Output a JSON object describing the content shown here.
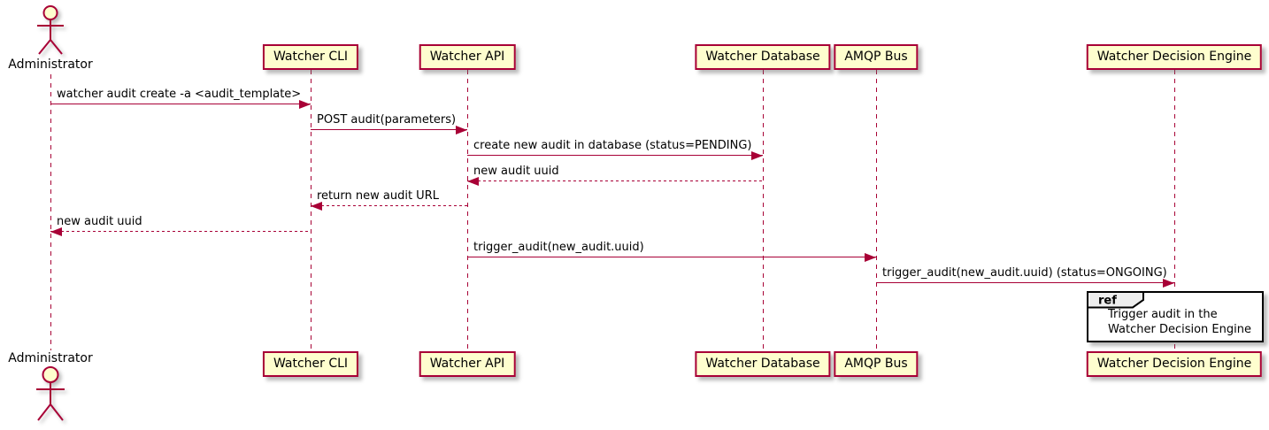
{
  "diagram": {
    "type": "sequence",
    "colors": {
      "participant_fill": "#FEFECE",
      "participant_border": "#A80036",
      "line": "#A80036",
      "text": "#000000",
      "ref_fill": "#FFFFFF",
      "ref_border": "#000000",
      "ref_tab_fill": "#EEEEEE"
    },
    "actor": {
      "id": "administrator",
      "label": "Administrator"
    },
    "participants": [
      {
        "id": "watcher-cli",
        "label": "Watcher CLI"
      },
      {
        "id": "watcher-api",
        "label": "Watcher API"
      },
      {
        "id": "watcher-database",
        "label": "Watcher Database"
      },
      {
        "id": "amqp-bus",
        "label": "AMQP Bus"
      },
      {
        "id": "watcher-decision-engine",
        "label": "Watcher Decision Engine"
      }
    ],
    "messages": [
      {
        "from": "administrator",
        "to": "watcher-cli",
        "label": "watcher audit create -a <audit_template>",
        "style": "solid"
      },
      {
        "from": "watcher-cli",
        "to": "watcher-api",
        "label": "POST audit(parameters)",
        "style": "solid"
      },
      {
        "from": "watcher-api",
        "to": "watcher-database",
        "label": "create new audit in database (status=PENDING)",
        "style": "solid"
      },
      {
        "from": "watcher-database",
        "to": "watcher-api",
        "label": "new audit uuid",
        "style": "dashed"
      },
      {
        "from": "watcher-api",
        "to": "watcher-cli",
        "label": "return new audit URL",
        "style": "dashed"
      },
      {
        "from": "watcher-cli",
        "to": "administrator",
        "label": "new audit uuid",
        "style": "dashed"
      },
      {
        "from": "watcher-api",
        "to": "amqp-bus",
        "label": "trigger_audit(new_audit.uuid)",
        "style": "solid"
      },
      {
        "from": "amqp-bus",
        "to": "watcher-decision-engine",
        "label": "trigger_audit(new_audit.uuid) (status=ONGOING)",
        "style": "solid"
      }
    ],
    "ref": {
      "tab_label": "ref",
      "lines": [
        "Trigger audit in the",
        "Watcher Decision Engine"
      ],
      "over": "watcher-decision-engine"
    }
  }
}
